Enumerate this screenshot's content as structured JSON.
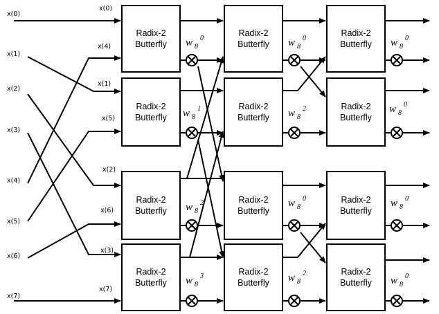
{
  "colors": {
    "line": "#000000",
    "background": "#ffffff"
  },
  "box_label_line1": "Radix-2",
  "box_label_line2": "Butterfly",
  "twiddle_base": "w",
  "twiddle_sub": "8",
  "inputs": [
    "x(0)",
    "x(1)",
    "x(2)",
    "x(3)",
    "x(4)",
    "x(5)",
    "x(6)",
    "x(7)"
  ],
  "stage1_labels": [
    "x(0)",
    "x(4)",
    "x(1)",
    "x(5)",
    "x(2)",
    "x(6)",
    "x(3)",
    "x(7)"
  ],
  "twiddles_stage1": [
    "0",
    "1",
    "2",
    "3"
  ],
  "twiddles_stage2": [
    "0",
    "2",
    "0",
    "2"
  ],
  "twiddles_stage3": [
    "0",
    "0",
    "0",
    "0"
  ]
}
